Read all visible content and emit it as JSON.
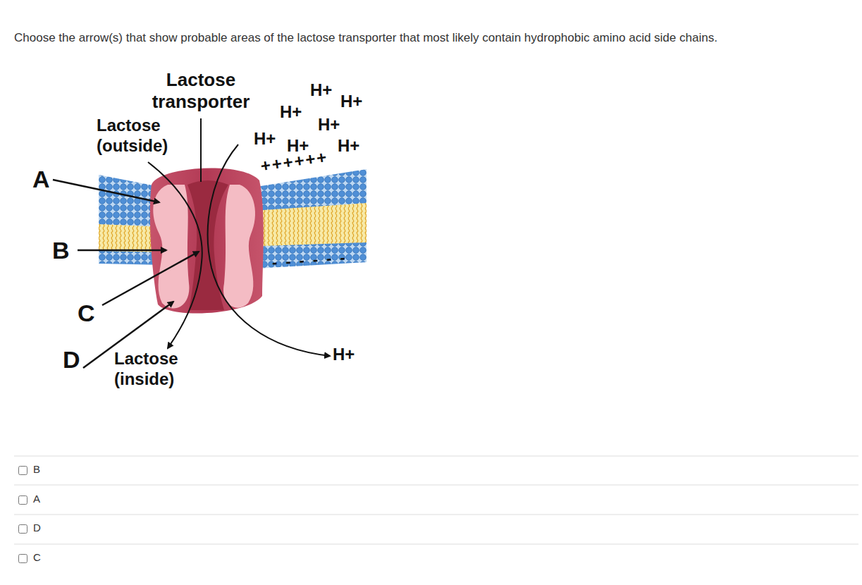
{
  "diagram": {
    "title": "Choose the arrow(s) that show probable areas of the lactose transporter that most likely contain hydrophobic amino acid side chains.",
    "labels": [
      "Lactose transporter",
      "Lactose (outside)",
      "H+",
      "H+",
      "H+",
      "H+",
      "H+",
      "H+",
      "H+",
      "++++++",
      "------",
      "A",
      "B",
      "C",
      "D",
      "Lactose (inside)",
      "H+",
      "B",
      "A",
      "D",
      "C"
    ]
  }
}
